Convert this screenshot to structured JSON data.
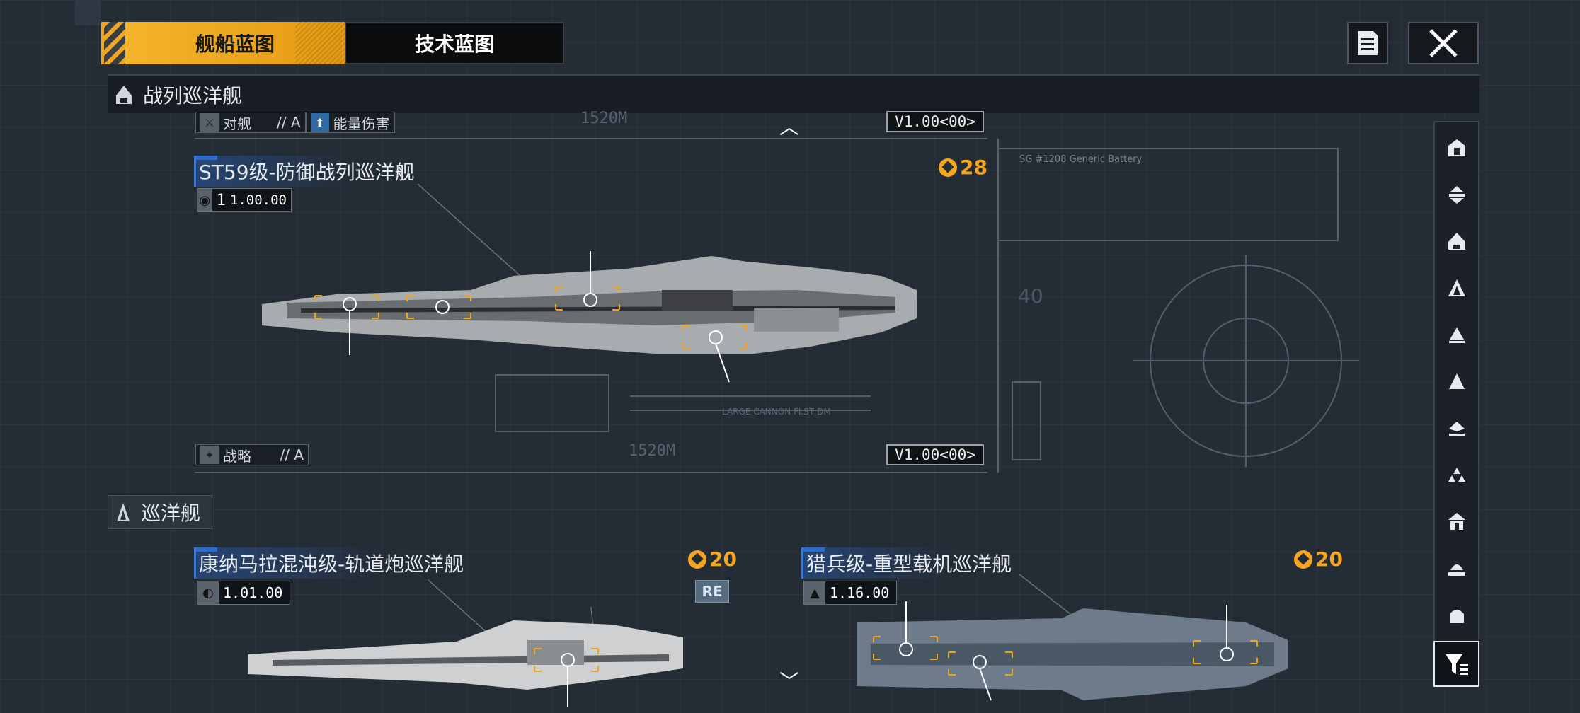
{
  "tabs": [
    {
      "label": "舰船蓝图",
      "active": true
    },
    {
      "label": "技术蓝图",
      "active": false
    }
  ],
  "header_icons": {
    "notes": "notes-icon",
    "close": "close-icon"
  },
  "sections": {
    "battlecruiser": {
      "label": "战列巡洋舰",
      "icon": "battlecruiser-class-icon"
    },
    "cruiser": {
      "label": "巡洋舰",
      "icon": "cruiser-class-icon"
    }
  },
  "featured": {
    "top_tags": {
      "role": "对舰",
      "role_grade": "// A",
      "damage": "能量伤害"
    },
    "top_version": "V1.00<00>",
    "name": "ST59级-防御战列巡洋舰",
    "version_prefix": "1",
    "version": "1.00.00",
    "cost": "28",
    "bottom_tags": {
      "role": "战略",
      "role_grade": "// A"
    },
    "bottom_version": "V1.00<00>",
    "deco": {
      "length_top": "1520M",
      "length_bottom": "1520M",
      "hw": "SG  #1208 Generic Battery",
      "scale": "40",
      "cannon": "LARGE CANNON FI.ST DM"
    }
  },
  "cruisers": [
    {
      "name": "康纳马拉混沌级-轨道炮巡洋舰",
      "version": "1.01.00",
      "cost": "20",
      "badge": "RE"
    },
    {
      "name": "猎兵级-重型载机巡洋舰",
      "version": "1.16.00",
      "cost": "20"
    }
  ],
  "nav": {
    "up": "︿",
    "down": "﹀"
  },
  "filter_icons": [
    "carrier-class-icon",
    "battlecruiser-alt-icon",
    "battlecruiser-class-icon",
    "cruiser-class-icon",
    "destroyer-class-icon",
    "frigate-class-icon",
    "corvette-class-icon",
    "fighter-class-icon",
    "auxiliary-class-icon",
    "station-class-icon",
    "other-class-icon"
  ],
  "filter_button": "filter-icon",
  "colors": {
    "accent": "#f4a621",
    "highlight": "#2b6bd0",
    "bg": "#242c35"
  }
}
